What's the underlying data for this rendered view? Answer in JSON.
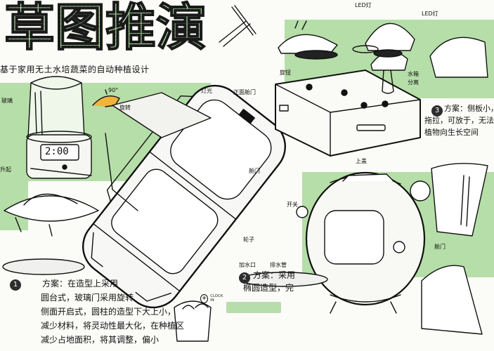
{
  "title": "草图推演",
  "subtitle": "基于家用无土水培蔬菜的自动种植设计",
  "timer_display": "2:00",
  "annotations": {
    "glass": "玻璃",
    "angle": "90°",
    "rotate": "旋转",
    "light": "灯光",
    "front_door": "正面舱门",
    "led_a": "LED灯",
    "led_b": "LED灯",
    "knob": "旋钮",
    "window": "舱门",
    "wheel": "轮子",
    "lift": "升起",
    "add_water": "加水口",
    "drip": "排水管",
    "cover": "上盖",
    "window_right": "舱门",
    "switch_left": "开关",
    "right_note_top": "水箱",
    "right_note_mid": "分离"
  },
  "scheme1": {
    "number": "1",
    "lines": [
      "方案：在造型上采用",
      "圆台式，玻璃门采用旋转",
      "侧面开启式，圆柱的造型下大上小，",
      "减少材料，将灵动性最大化，在种植区",
      "减少占地面积，将其调整，偏小"
    ]
  },
  "scheme2": {
    "number": "2",
    "lines": [
      "方案：采用",
      "椭圆造型，完"
    ]
  },
  "scheme3": {
    "number": "3",
    "lines": [
      "方案：侧板小，方便",
      "拖拉，可放于，无法遇到",
      "植物向生长空间"
    ]
  },
  "clock_in": "CLOCK IN",
  "colors": {
    "band": "#a9d89a",
    "ink": "#111111",
    "title_green": "#6fbf5e"
  }
}
